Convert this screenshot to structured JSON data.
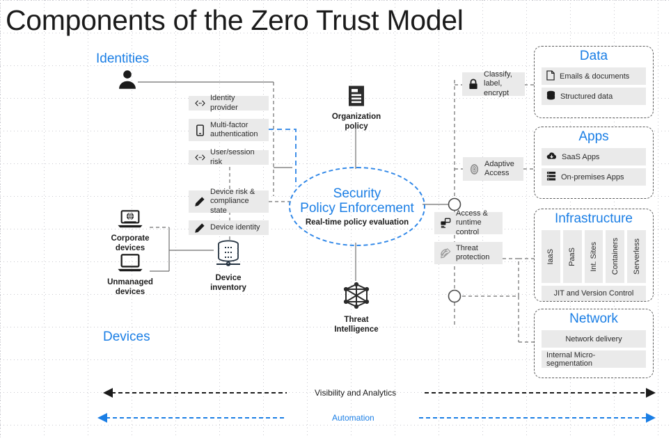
{
  "title": "Components of the Zero Trust Model",
  "colors": {
    "accent_blue": "#1a7ee5",
    "chip_grey": "#eaeaea",
    "text_dark": "#1b1b1b",
    "line_grey": "#6e6e6e"
  },
  "sections": {
    "identities_label": "Identities",
    "devices_label": "Devices"
  },
  "identity_nodes": {
    "person": {
      "icon": "person-icon"
    }
  },
  "identity_chips": [
    {
      "icon": "code-brackets-icon",
      "label": "Identity provider"
    },
    {
      "icon": "mobile-phone-icon",
      "label": "Multi-factor\nauthentication"
    },
    {
      "icon": "code-brackets-icon",
      "label": "User/session risk"
    }
  ],
  "device_chips": [
    {
      "icon": "pencil-icon",
      "label": "Device risk &\ncompliance state"
    },
    {
      "icon": "pencil-icon",
      "label": "Device identity"
    }
  ],
  "device_nodes": [
    {
      "icon": "corporate-laptop-icon",
      "label": "Corporate\ndevices"
    },
    {
      "icon": "unmanaged-laptop-icon",
      "label": "Unmanaged\ndevices"
    },
    {
      "icon": "database-stack-icon",
      "label": "Device\ninventory"
    }
  ],
  "center": {
    "org_policy": {
      "icon": "document-icon",
      "label": "Organization\npolicy"
    },
    "oval": {
      "line1": "Security",
      "line2": "Policy Enforcement",
      "subtitle": "Real-time policy evaluation"
    },
    "threat_intel": {
      "icon": "network-mesh-icon",
      "label": "Threat\nIntelligence"
    }
  },
  "right_chips": [
    {
      "icon": "lock-icon",
      "label": "Classify,\nlabel, encrypt"
    },
    {
      "icon": "fingerprint-icon",
      "label": "Adaptive\nAccess"
    },
    {
      "icon": "access-control-icon",
      "label": "Access &\nruntime control"
    },
    {
      "icon": "threat-shield-icon",
      "label": "Threat\nprotection"
    }
  ],
  "panels": [
    {
      "name": "data",
      "title": "Data",
      "rows": [
        {
          "icon": "file-icon",
          "label": "Emails & documents"
        },
        {
          "icon": "database-icon",
          "label": "Structured data"
        }
      ]
    },
    {
      "name": "apps",
      "title": "Apps",
      "rows": [
        {
          "icon": "cloud-download-icon",
          "label": "SaaS Apps"
        },
        {
          "icon": "server-rack-icon",
          "label": "On-premises Apps"
        }
      ]
    },
    {
      "name": "infrastructure",
      "title": "Infrastructure",
      "columns": [
        "IaaS",
        "PaaS",
        "Int. Sites",
        "Containers",
        "Serverless"
      ],
      "rows": [
        {
          "icon": "",
          "label": "JIT and Version Control"
        }
      ]
    },
    {
      "name": "network",
      "title": "Network",
      "rows": [
        {
          "icon": "",
          "label": "Network delivery"
        },
        {
          "icon": "",
          "label": "Internal Micro-segmentation"
        }
      ]
    }
  ],
  "bottom_bands": [
    {
      "label": "Visibility and Analytics",
      "color": "#1b1b1b"
    },
    {
      "label": "Automation",
      "color": "#1a7ee5"
    }
  ]
}
